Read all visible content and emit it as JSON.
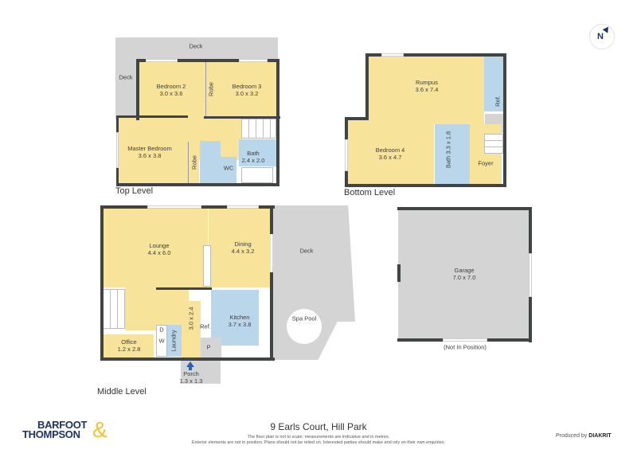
{
  "property": {
    "address": "9 Earls Court, Hill Park",
    "disclaimer_line1": "The floor plan is not to scale; measurements are indicative and in metres.",
    "disclaimer_line2": "Exterior elements are not in position. Plans should not be relied on. Interested parties should make and rely on their own enquiries."
  },
  "branding": {
    "logo_line1": "BARFOOT",
    "logo_line2": "THOMPSON",
    "logo_ampersand": "&",
    "produced_by_prefix": "Produced by",
    "produced_by_brand": "DIAKRIT",
    "brand_color": "#1c3463",
    "accent_color": "#f2c230"
  },
  "compass": {
    "label": "N"
  },
  "levels": {
    "top": {
      "label": "Top Level",
      "rooms": {
        "deck_top": "Deck",
        "deck_left": "Deck",
        "bedroom2": {
          "name": "Bedroom 2",
          "size": "3.0 x 3.6"
        },
        "bedroom3": {
          "name": "Bedroom 3",
          "size": "3.0 x 3.2"
        },
        "robe1": "Robe",
        "master": {
          "name": "Master Bedroom",
          "size": "3.6 x 3.8"
        },
        "robe2": "Robe",
        "wc": "WC",
        "bath": {
          "name": "Bath",
          "size": "2.4 x 2.0"
        }
      }
    },
    "bottom": {
      "label": "Bottom Level",
      "rooms": {
        "rumpus": {
          "name": "Rumpus",
          "size": "3.6 x 7.4"
        },
        "bedroom4": {
          "name": "Bedroom 4",
          "size": "3.6 x 4.7"
        },
        "bath": {
          "name": "Bath",
          "size": "3.3 x 1.8"
        },
        "foyer": "Foyer",
        "ref": "Ref."
      }
    },
    "middle": {
      "label": "Middle Level",
      "rooms": {
        "lounge": {
          "name": "Lounge",
          "size": "4.4 x 6.0"
        },
        "dining": {
          "name": "Dining",
          "size": "4.4 x 3.2"
        },
        "deck": "Deck",
        "spa": "Spa Pool",
        "kitchen": {
          "name": "Kitchen",
          "size": "3.7 x 3.8"
        },
        "hall": "3.0 x 2.4",
        "ref": "Ref.",
        "pantry": "P",
        "laundry": "Laundry",
        "dryer": "D",
        "washer": "W",
        "office": {
          "name": "Office",
          "size": "1.2 x 2.8"
        },
        "porch": {
          "name": "Porch",
          "size": "1.3 x 1.3"
        }
      }
    },
    "garage": {
      "name": "Garage",
      "size": "7.0 x 7.0",
      "note": "(Not In Position)"
    }
  }
}
